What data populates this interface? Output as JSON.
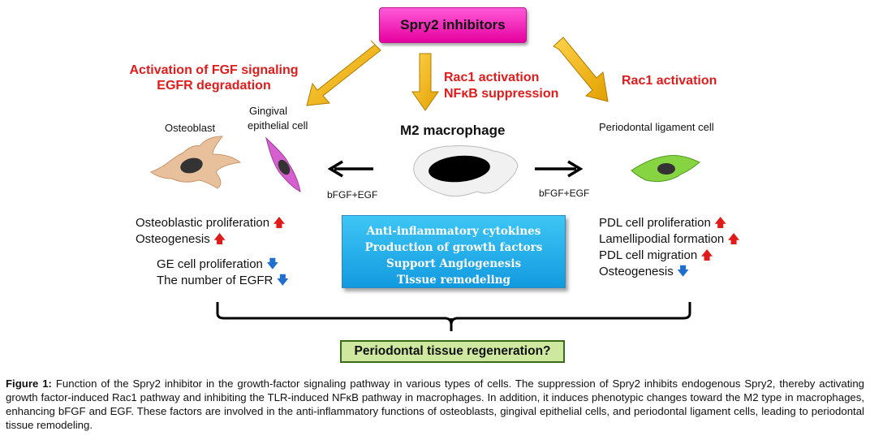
{
  "top_box": "Spry2 inhibitors",
  "left_arrow_label": [
    "Activation of FGF signaling",
    "EGFR degradation"
  ],
  "center_arrow_label": [
    "Rac1 activation",
    "NFκB suppression"
  ],
  "right_arrow_label": "Rac1 activation",
  "cells": {
    "osteoblast": "Osteoblast",
    "gingival": [
      "Gingival",
      "epithelial cell"
    ],
    "macrophage": "M2 macrophage",
    "pdl": "Periodontal ligament cell"
  },
  "factor_left": "bFGF+EGF",
  "factor_right": "bFGF+EGF",
  "left_effects": [
    {
      "text": "Osteoblastic proliferation",
      "dir": "up"
    },
    {
      "text": "Osteogenesis",
      "dir": "up"
    }
  ],
  "left_effects2": [
    {
      "text": "GE cell proliferation",
      "dir": "down"
    },
    {
      "text": "The number of EGFR",
      "dir": "down"
    }
  ],
  "right_effects": [
    {
      "text": "PDL cell proliferation",
      "dir": "up"
    },
    {
      "text": "Lamellipodial formation",
      "dir": "up"
    },
    {
      "text": "PDL cell migration",
      "dir": "up"
    },
    {
      "text": "Osteogenesis",
      "dir": "down"
    }
  ],
  "macrophage_effects": [
    "Anti-inflammatory cytokines",
    "Production of growth factors",
    "Support Angiogenesis",
    "Tissue remodeling"
  ],
  "result_box": "Periodontal tissue regeneration?",
  "caption": {
    "label": "Figure 1:",
    "text": " Function of the Spry2 inhibitor in the growth-factor signaling pathway in various types of cells. The suppression of Spry2 inhibits endogenous Spry2, thereby activating growth factor-induced Rac1 pathway and inhibiting the TLR-induced NFκB pathway in macrophages. In addition, it induces phenotypic changes toward the M2 type in macrophages, enhancing bFGF and EGF. These factors are involved in the anti-inflammatory functions of osteoblasts, gingival epithelial cells, and periodontal ligament cells, leading to periodontal tissue remodeling."
  },
  "colors": {
    "arrow_gold": "#f2b418",
    "highlight_red": "#e01b1b",
    "up_arrow": "#e01b1b",
    "down_arrow": "#1f6fd0",
    "pink_box": "#ff3ec9",
    "blue_box": "#20aeea",
    "green_box": "#cfe8a0"
  }
}
